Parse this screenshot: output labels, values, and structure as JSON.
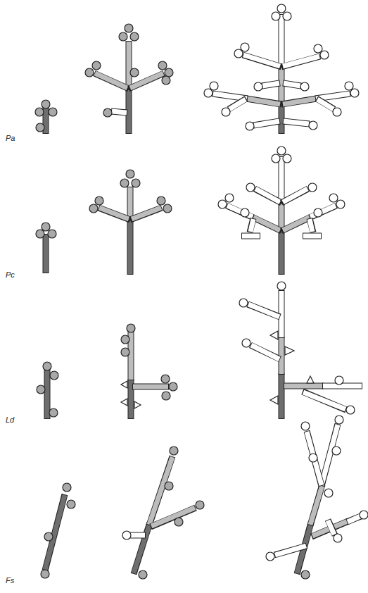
{
  "diagram": {
    "labels": [
      "Pa",
      "Pc",
      "Ld",
      "Fs"
    ]
  }
}
